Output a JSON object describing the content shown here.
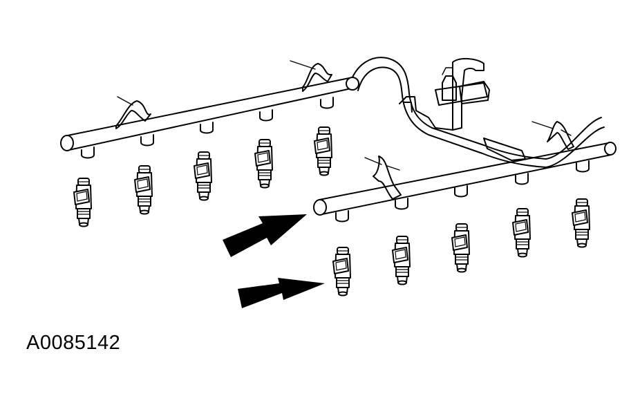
{
  "figure": {
    "id_label": "A0085142",
    "line_color": "#000000",
    "background_color": "#ffffff"
  },
  "components": {
    "fuel_rails": 2,
    "injectors_per_rail": 5,
    "callout_arrows": 2
  }
}
